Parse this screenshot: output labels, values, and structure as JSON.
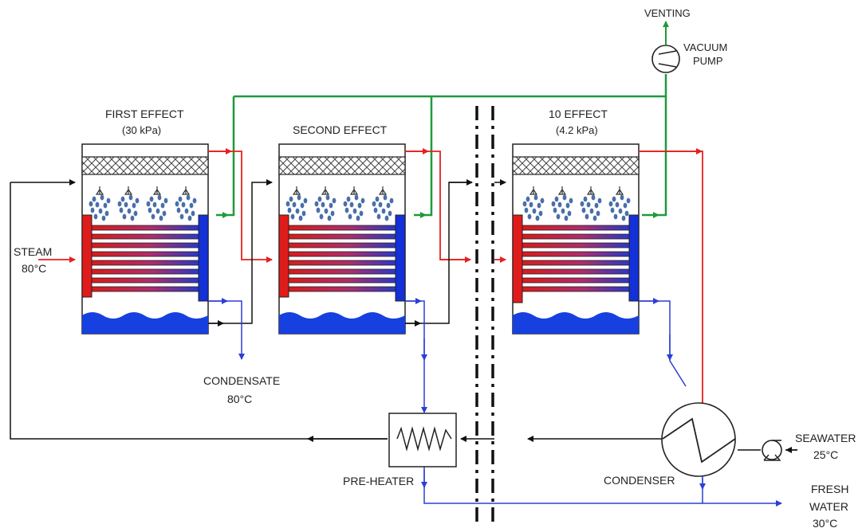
{
  "labels": {
    "venting": "VENTING",
    "vacuum_pump_1": "VACUUM",
    "vacuum_pump_2": "PUMP",
    "first_effect": "FIRST EFFECT",
    "first_effect_pressure": "(30 kPa)",
    "second_effect": "SECOND EFFECT",
    "tenth_effect": "10 EFFECT",
    "tenth_effect_pressure": "(4.2 kPa)",
    "steam": "STEAM",
    "steam_temp": "80°C",
    "condensate": "CONDENSATE",
    "condensate_temp": "80°C",
    "pre_heater": "PRE-HEATER",
    "condenser": "CONDENSER",
    "seawater": "SEAWATER",
    "seawater_temp": "25°C",
    "fresh_water_1": "FRESH",
    "fresh_water_2": "WATER",
    "fresh_water_temp": "30°C"
  },
  "colors": {
    "vapor_line": "#e52020",
    "vacuum_line": "#1f9a3a",
    "fresh_water_line": "#2b3fd6",
    "feed_line": "#111111",
    "hot_header": "#e01b1b",
    "cold_header": "#1430d8",
    "brine": "#1740e0",
    "spray_drops": "#4a6fa8"
  }
}
